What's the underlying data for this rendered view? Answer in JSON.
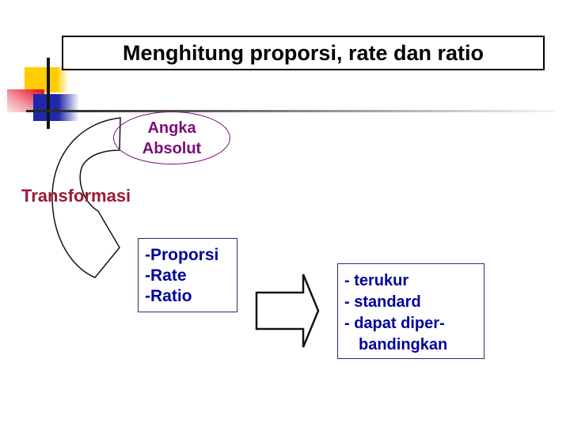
{
  "slide": {
    "title": "Menghitung proporsi, rate dan ratio",
    "ellipse": {
      "line1": "Angka",
      "line2": "Absolut"
    },
    "transformasi_label": "Transformasi",
    "proporsi_box": {
      "lines": [
        "-Proporsi",
        "-Rate",
        "-Ratio"
      ]
    },
    "result_box": {
      "lines": [
        "- terukur",
        "- standard",
        "- dapat diper-",
        "bandingkan"
      ]
    },
    "shapes": {
      "curved_arrow": "curved-down-right-arrow",
      "block_arrow": "block-right-arrow"
    },
    "colors": {
      "title_text": "#000000",
      "ellipse_outline": "#7B0C7B",
      "ellipse_text": "#7B0C7B",
      "transformasi_text": "#9B1B30",
      "box_text": "#0000A0",
      "box_border": "#2B2B70",
      "square_yellow": "#FFCC00",
      "square_red": "#E8192C",
      "square_blue": "#2128A8",
      "line_color": "#141414"
    }
  }
}
